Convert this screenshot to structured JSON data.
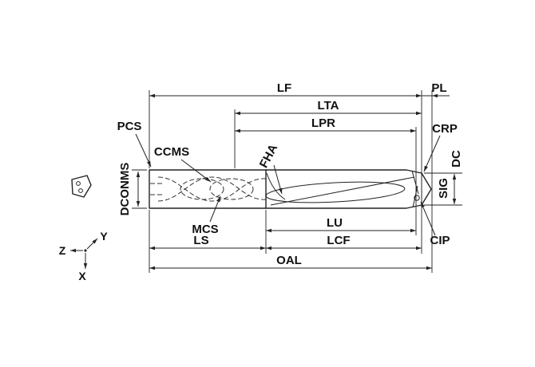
{
  "figure": {
    "colors": {
      "line": "#222222",
      "background": "#ffffff"
    },
    "dimension_labels": {
      "lf": "LF",
      "pl": "PL",
      "lta": "LTA",
      "lpr": "LPR",
      "pcs": "PCS",
      "ccms": "CCMS",
      "crp": "CRP",
      "dc": "DC",
      "sig": "SIG",
      "fha": "FHA",
      "dconms": "DCONMS",
      "mcs": "MCS",
      "lu": "LU",
      "cip": "CIP",
      "ls": "LS",
      "lcf": "LCF",
      "oal": "OAL"
    },
    "axis_labels": {
      "x": "X",
      "y": "Y",
      "z": "Z"
    }
  }
}
